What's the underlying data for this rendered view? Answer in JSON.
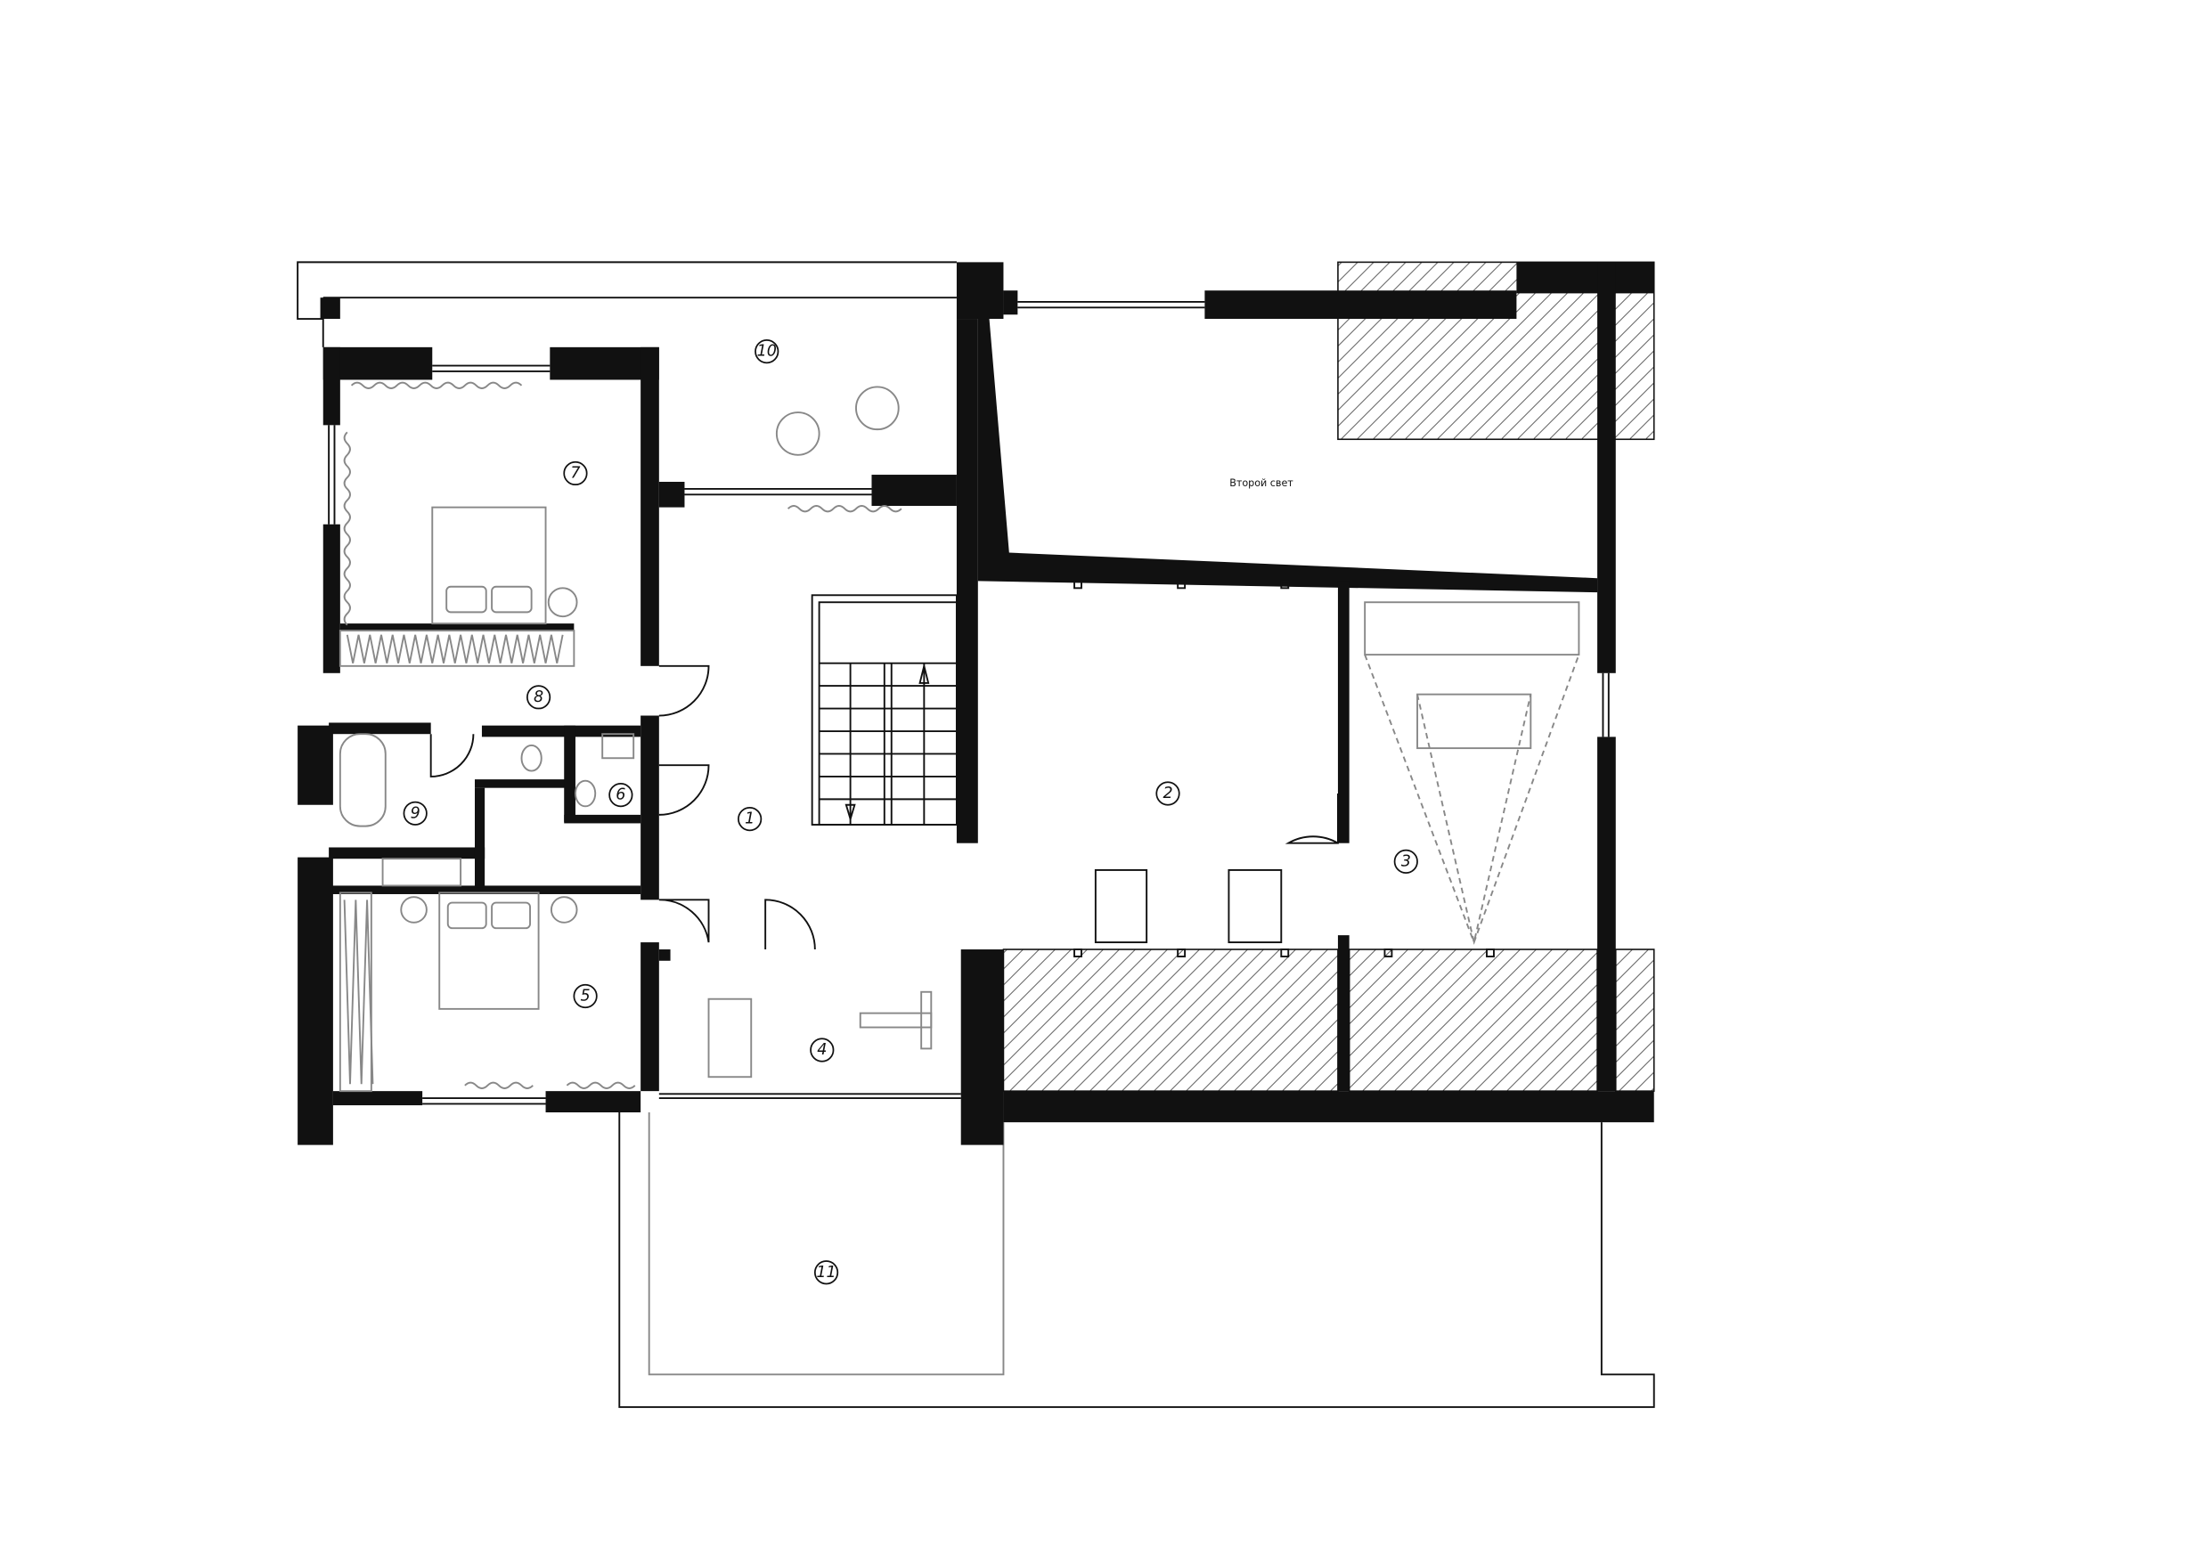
{
  "plan": {
    "note": "Второй свет",
    "rooms": [
      {
        "id": "1",
        "label": "1"
      },
      {
        "id": "2",
        "label": "2"
      },
      {
        "id": "3",
        "label": "3"
      },
      {
        "id": "4",
        "label": "4"
      },
      {
        "id": "5",
        "label": "5"
      },
      {
        "id": "6",
        "label": "6"
      },
      {
        "id": "7",
        "label": "7"
      },
      {
        "id": "8",
        "label": "8"
      },
      {
        "id": "9",
        "label": "9"
      },
      {
        "id": "10",
        "label": "10"
      },
      {
        "id": "11",
        "label": "11"
      }
    ],
    "colors": {
      "wall": "#111111",
      "furniture": "#888888",
      "background": "#ffffff"
    }
  }
}
